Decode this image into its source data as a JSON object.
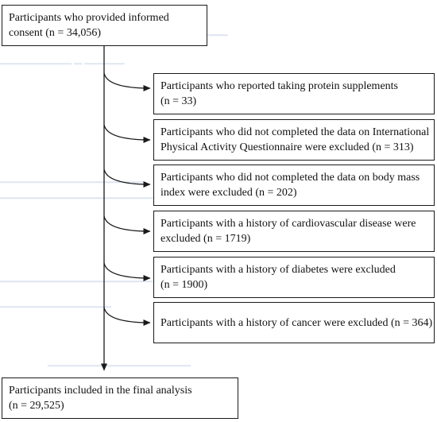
{
  "flowchart": {
    "start": {
      "line1": "Participants who provided informed",
      "line2": "consent (n = 34,056)"
    },
    "exclusions": [
      {
        "line1": "Participants who reported taking protein supplements",
        "line2": "(n = 33)"
      },
      {
        "line1": "Participants who did not completed the data on International",
        "line2": "Physical Activity Questionnaire were excluded (n = 313)"
      },
      {
        "line1": "Participants who did not completed the data on body mass",
        "line2": "index were excluded (n = 202)"
      },
      {
        "line1": "Participants with a history of cardiovascular disease were",
        "line2": "excluded (n = 1719)"
      },
      {
        "line1": "Participants with a history of diabetes were excluded",
        "line2": "(n = 1900)"
      },
      {
        "line1": "Participants with a history of cancer were excluded (n = 364)"
      }
    ],
    "final": {
      "line1": "Participants included in the final analysis",
      "line2": "(n = 29,525)"
    }
  },
  "colors": {
    "stroke": "#1a1a1a",
    "text": "#111111",
    "background": "#ffffff",
    "ghost_text": "#c5d3e8"
  }
}
